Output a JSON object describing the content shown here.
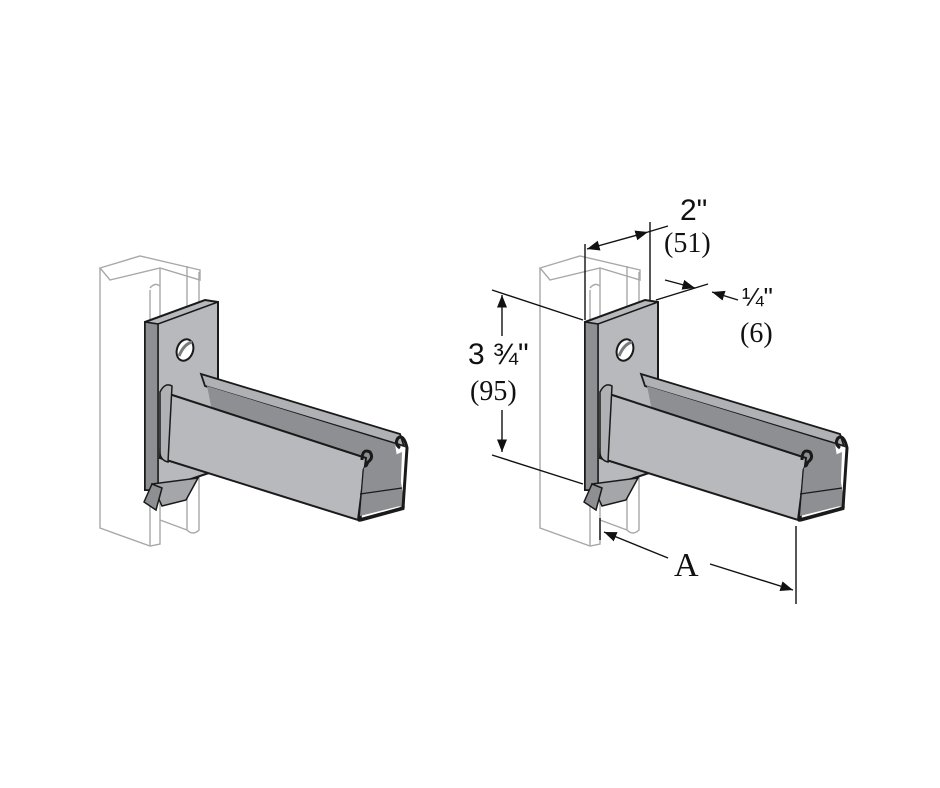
{
  "figure": {
    "description": "Channel strut bracket mounted on vertical strut channel, shown twice: plain view and dimensioned view",
    "colors": {
      "background": "#ffffff",
      "steel_face": "#b8b9bc",
      "steel_dark": "#8c8d90",
      "steel_inner": "#9a9b9e",
      "outline": "#1a1a1a",
      "ghost_channel": "#aaaaaa"
    }
  },
  "dimensions": {
    "height": {
      "imperial": "3 ¾\"",
      "metric": "(95)"
    },
    "width": {
      "imperial": "2\"",
      "metric": "(51)"
    },
    "thickness": {
      "imperial": "¼\"",
      "metric": "(6)"
    },
    "length": {
      "label": "A"
    }
  }
}
